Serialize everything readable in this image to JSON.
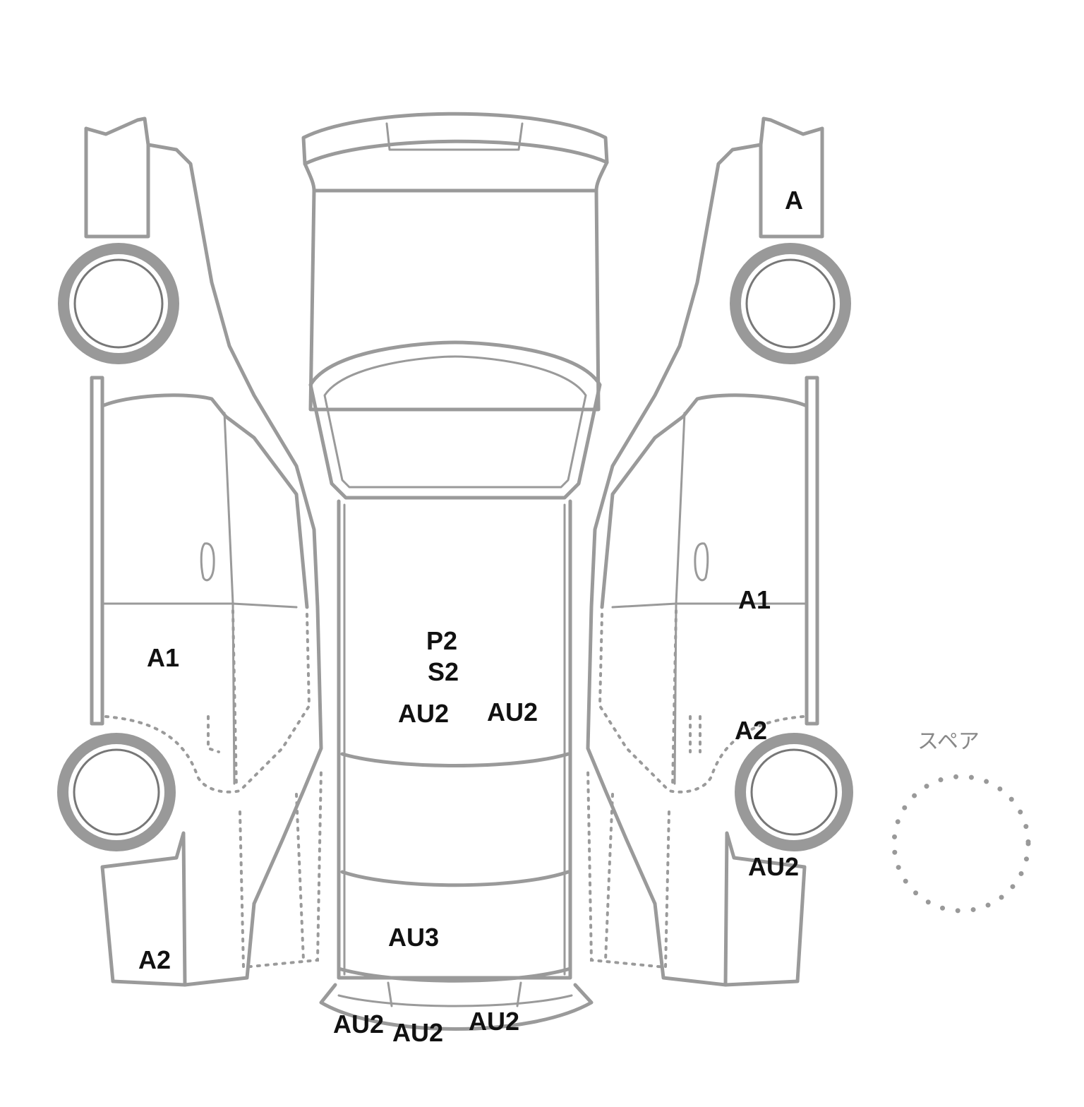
{
  "spare": {
    "label": "スペア"
  },
  "damage_marks": {
    "right_front_fender_top": "A",
    "right_front_door": "A1",
    "right_rear_door_lower": "A2",
    "right_rear_fender": "AU2",
    "left_rear_door": "A1",
    "left_rear_quarter": "A2",
    "roof_1": "P2",
    "roof_2": "S2",
    "roof_left": "AU2",
    "roof_right": "AU2",
    "tailgate": "AU3",
    "rear_bumper_left": "AU2",
    "rear_bumper_center": "AU2",
    "rear_bumper_right": "AU2"
  }
}
